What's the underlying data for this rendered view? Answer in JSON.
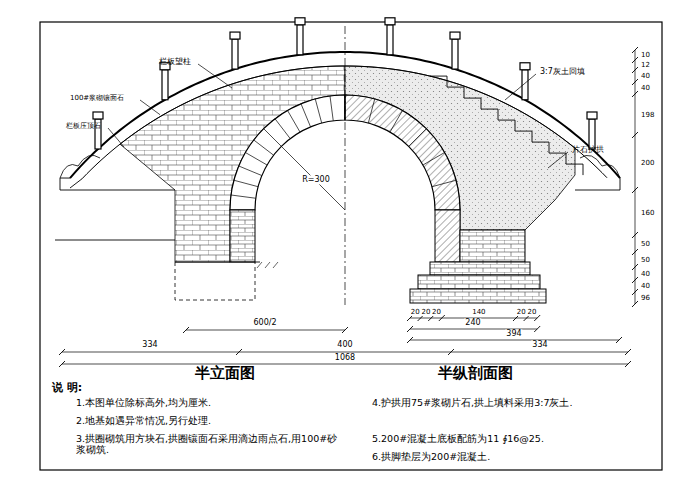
{
  "diagram": {
    "labels": [
      "栏板望柱",
      "100#浆砌镶面石",
      "栏板压顶石",
      "3:7灰土回填",
      "片石护拱",
      "R=300",
      "600/2",
      "334",
      "400",
      "334",
      "1068",
      "20",
      "20",
      "20",
      "140",
      "20",
      "20",
      "240",
      "394",
      "10",
      "12",
      "40",
      "40",
      "198",
      "200",
      "160",
      "50",
      "50",
      "40",
      "40",
      "96",
      "半立面图",
      "半纵剖面图",
      "说 明:",
      "1.本图单位除标高外,均为厘米.",
      "2.地基如遇异常情况,另行处理.",
      "3.拱圈砌筑用方块石,拱圈镶面石采用滴边雨点石,用100#砂浆砌筑.",
      "4.护拱用75#浆砌片石,拱上填料采用3:7灰土.",
      "5.200#混凝土底板配筋为11 ∮16@25.",
      "6.拱脚垫层为200#混凝土."
    ]
  }
}
